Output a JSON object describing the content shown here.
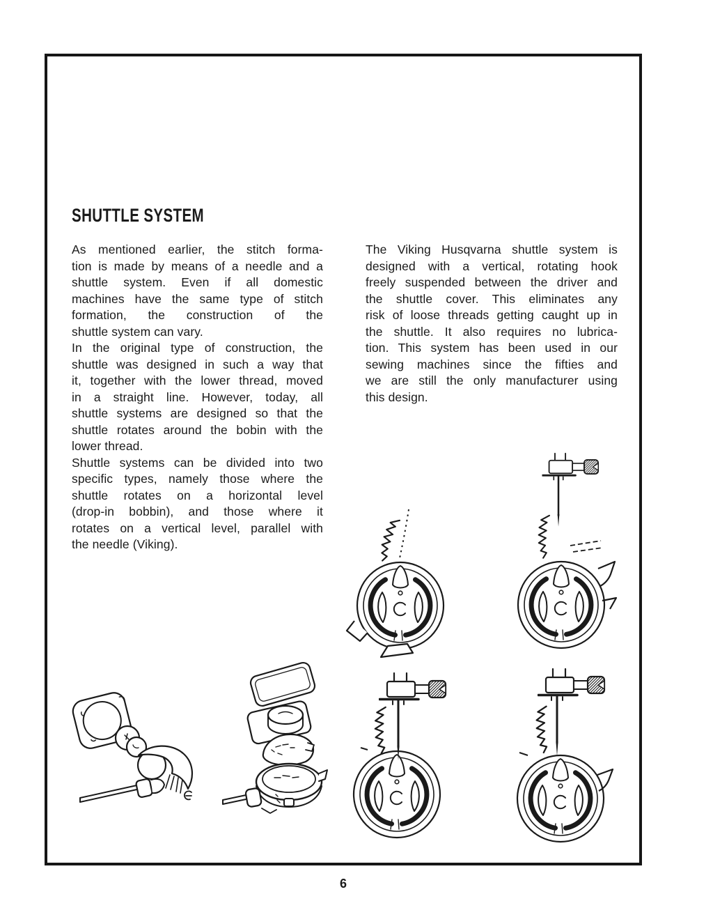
{
  "page": {
    "title": "SHUTTLE SYSTEM",
    "page_number": "6",
    "paper_color": "#ffffff",
    "ink_color": "#1a1a1a",
    "left_column": {
      "lines": [
        "As mentioned earlier, the stitch forma-",
        "tion is made by means of a needle and a",
        "shuttle system. Even if all domestic",
        "machines have the same type of stitch",
        "formation, the construction of the",
        "shuttle system can vary.",
        "In the original type of construction, the",
        "shuttle was designed in such a way that",
        "it, together with the lower thread, moved",
        "in a straight line. However, today, all",
        "shuttle systems are designed so that the",
        "shuttle rotates around the bobin with the",
        "lower thread.",
        "Shuttle systems can be divided into two",
        "specific types, namely those where the",
        "shuttle rotates on a horizontal level",
        "(drop-in bobbin), and those where it",
        "rotates on a vertical level, parallel with",
        "the needle (Viking)."
      ]
    },
    "right_column": {
      "lines": [
        "The Viking Husqvarna shuttle system is",
        "designed with a vertical, rotating hook",
        "freely suspended between the driver and",
        "the shuttle cover. This eliminates any",
        "risk of loose threads getting caught up in",
        "the shuttle. It also requires no lubrica-",
        "tion. This system has been used in our",
        "sewing machines since the fifties and",
        "we are still the only manufacturer using",
        "this design."
      ]
    },
    "figures": {
      "top_left": "rotating-shuttle-front-view-with-thread",
      "top_right": "needle-bar-and-rotating-shuttle",
      "bottom_left": "exploded-oscillating-shuttle",
      "bottom_middle": "exploded-drop-in-bobbin",
      "bottom_center": "needle-bar-and-rotating-shuttle",
      "bottom_right": "needle-bar-and-rotating-shuttle"
    }
  }
}
